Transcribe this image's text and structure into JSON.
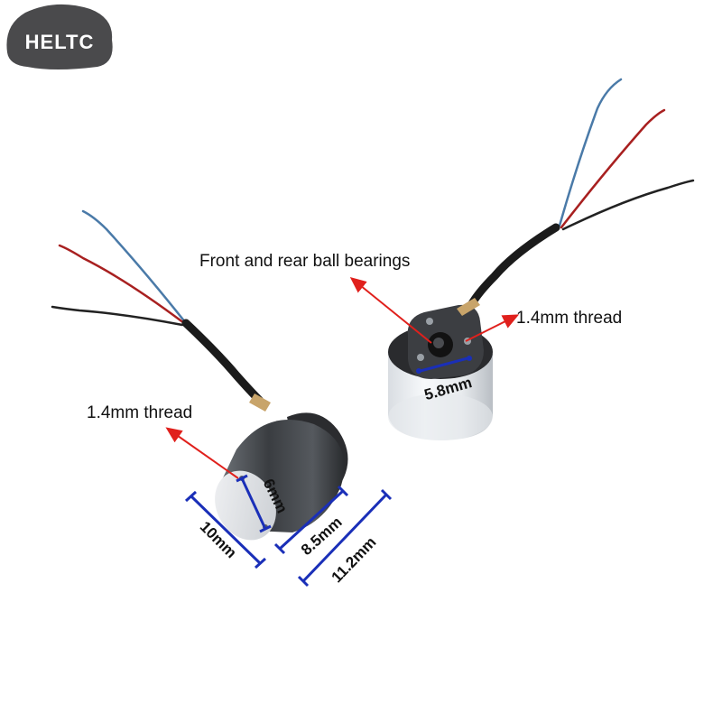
{
  "brand": {
    "logo_text": "HELTC",
    "logo_color": "#4a4a4c"
  },
  "annotations": {
    "bearings_label": "Front and rear ball bearings",
    "thread_label_right": "1.4mm thread",
    "thread_label_left": "1.4mm thread",
    "arrow_color": "#e0201c",
    "dimension_color": "#1a2fb8"
  },
  "dimensions": {
    "hole_spacing_right": "5.8mm",
    "hole_spacing_left": "6mm",
    "length": "8.5mm",
    "diameter": "10mm",
    "overall_length": "11.2mm"
  },
  "wires": {
    "colors": [
      "#4a7aa8",
      "#a82020",
      "#222222"
    ]
  }
}
